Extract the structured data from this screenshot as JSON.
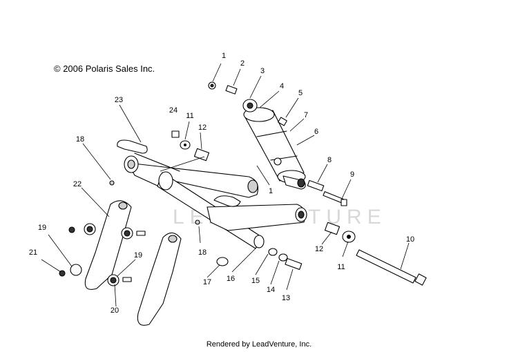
{
  "copyright": "© 2006 Polaris Sales Inc.",
  "watermark": "LEADVENTURE",
  "footer": "Rendered by LeadVenture, Inc.",
  "callouts": {
    "c1": "1",
    "c2": "2",
    "c3": "3",
    "c4": "4",
    "c5": "5",
    "c6": "6",
    "c7": "7",
    "c8": "8",
    "c9": "9",
    "c10": "10",
    "c11": "11",
    "c12": "12",
    "c13": "13",
    "c14": "14",
    "c15": "15",
    "c16": "16",
    "c17": "17",
    "c18": "18",
    "c19": "19",
    "c20": "20",
    "c21": "21",
    "c22": "22",
    "c23": "23",
    "c24": "24"
  },
  "colors": {
    "line": "#000000",
    "part_fill": "#ffffff",
    "shade": "#cfcfcf",
    "dark": "#333333",
    "watermark": "#d8d8d8"
  }
}
